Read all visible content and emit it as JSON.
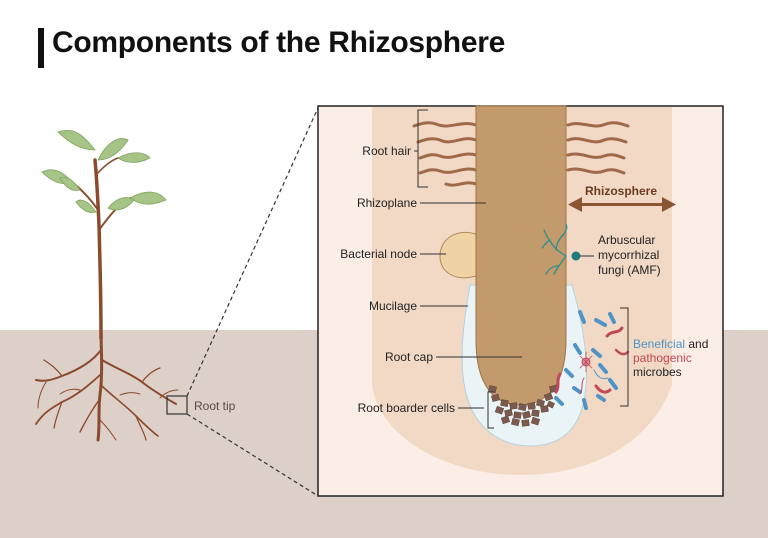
{
  "title": "Components of the Rhizosphere",
  "labels": {
    "root_tip": "Root tip",
    "root_hair": "Root hair",
    "rhizoplane": "Rhizoplane",
    "bacterial_node": "Bacterial node",
    "mucilage": "Mucilage",
    "root_cap": "Root cap",
    "root_border_cells": "Root boarder cells",
    "rhizosphere": "Rhizosphere",
    "amf_line1": "Arbuscular",
    "amf_line2": "mycorrhizal",
    "amf_line3": "fungi (AMF)",
    "microbes_beneficial": "Beneficial",
    "microbes_and": " and",
    "microbes_pathogenic": "pathogenic",
    "microbes_last": "microbes"
  },
  "colors": {
    "soil": "#ddd0c9",
    "rhizosphere_zone": "#f2d9c6",
    "panel_bg": "#fbeee6",
    "root": "#c39a6b",
    "root_edge": "#9e7548",
    "mucilage": "#eaf4f7",
    "stem": "#8b4a2b",
    "leaf": "#a7c487",
    "fungi": "#2f8f8f",
    "beneficial": "#4f94c7",
    "pathogenic": "#c0495a"
  }
}
